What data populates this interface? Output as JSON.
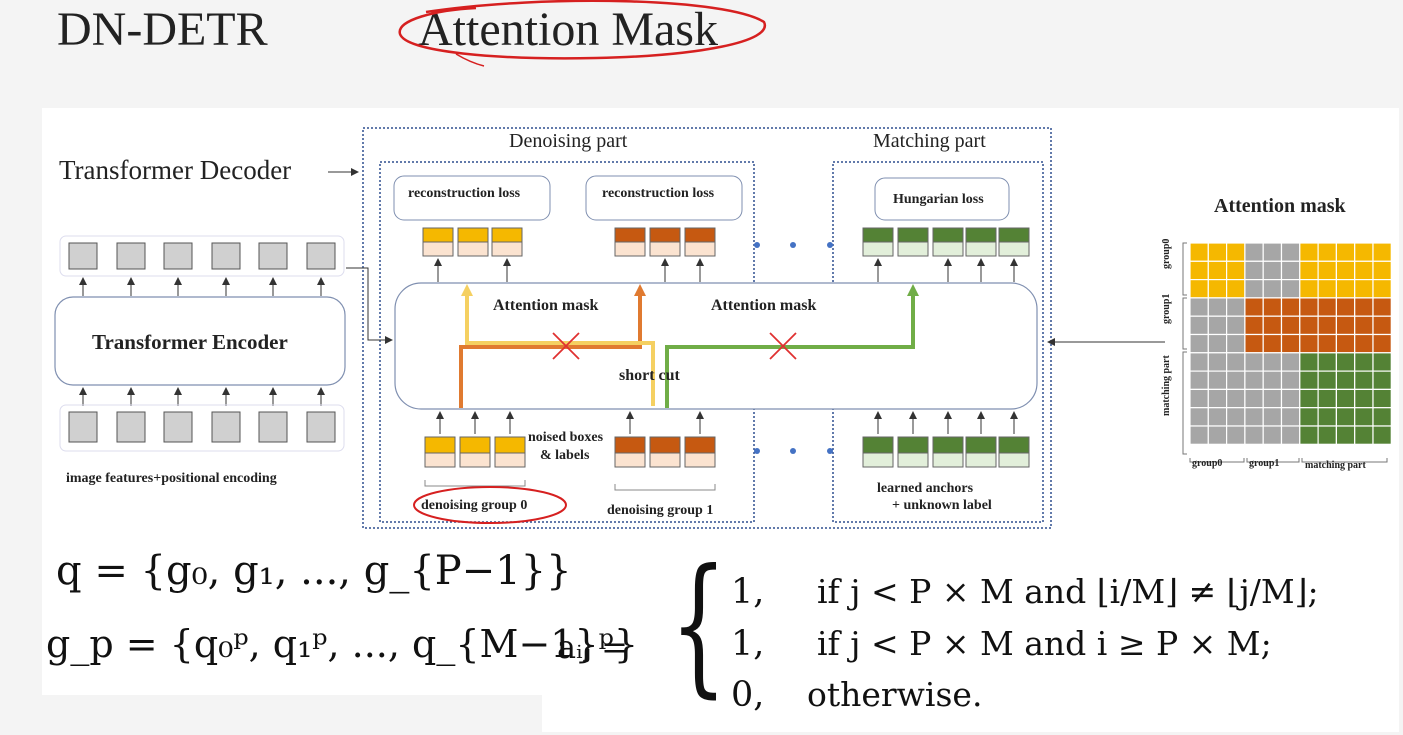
{
  "header": {
    "title_left": "DN-DETR",
    "title_right": "Attention Mask"
  },
  "diagram": {
    "transformer_decoder": "Transformer Decoder",
    "transformer_encoder": "Transformer Encoder",
    "image_features": "image features+positional encoding",
    "denoising_part": "Denoising part",
    "matching_part": "Matching part",
    "reconstruction_loss_0": "reconstruction loss",
    "reconstruction_loss_1": "reconstruction loss",
    "hungarian_loss": "Hungarian loss",
    "attention_mask_left": "Attention mask",
    "attention_mask_right": "Attention mask",
    "short_cut": "short cut",
    "noised_boxes_line1": "noised boxes",
    "noised_boxes_line2": "& labels",
    "denoising_group_0": "denoising group 0",
    "denoising_group_1": "denoising group 1",
    "learned_anchors_line1": "learned anchors",
    "learned_anchors_line2": "+ unknown label"
  },
  "attention_mask_panel": {
    "title": "Attention mask",
    "row_labels": [
      "group0",
      "group1",
      "matching part"
    ],
    "col_labels": [
      "group0",
      "group1",
      "matching part"
    ],
    "colors": {
      "yellow": "#f5b800",
      "orange": "#c65911",
      "green": "#548235",
      "grey": "#a6a6a6"
    }
  },
  "formulas": {
    "q_def": "q = {g₀, g₁, ..., g_{P−1}}",
    "g_def": "g_p = {q₀ᵖ, q₁ᵖ, ..., q_{M−1}ᵖ}",
    "a_lhs": "aᵢⱼ =",
    "case1_value": "1,",
    "case1_cond": "if j < P × M and ⌊i/M⌋ ≠ ⌊j/M⌋;",
    "case2_value": "1,",
    "case2_cond": "if j < P × M and i ≥ P × M;",
    "case3_value": "0,",
    "case3_cond": "otherwise."
  }
}
